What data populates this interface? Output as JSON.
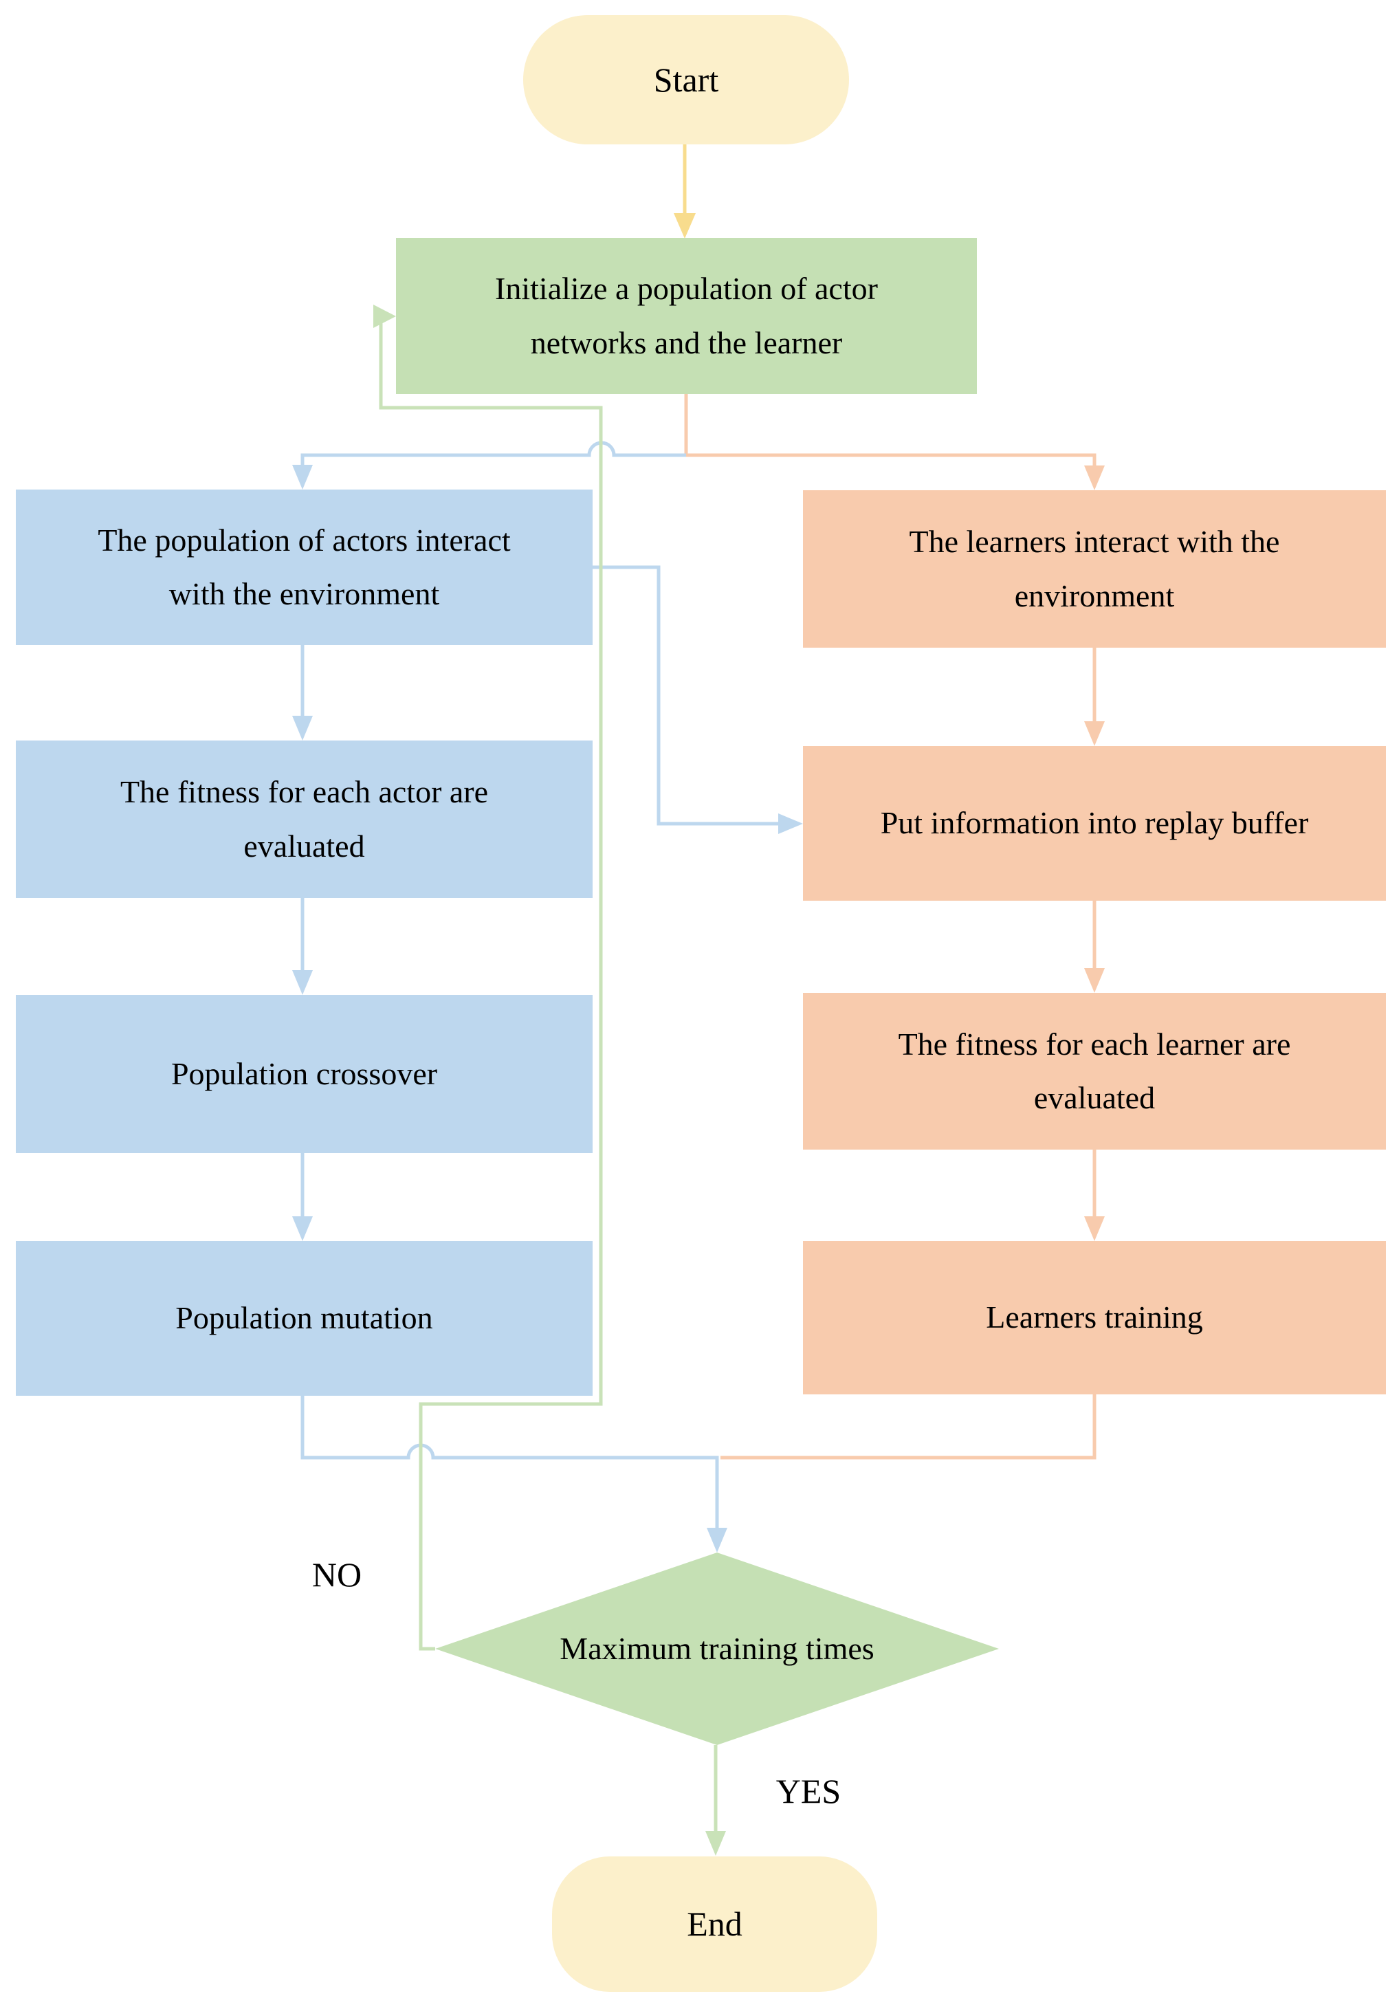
{
  "colors": {
    "yellow_fill": "#FCF0CB",
    "yellow_line": "#F8DC8D",
    "green_fill": "#C5E0B4",
    "green_line": "#C9E2B8",
    "blue_fill": "#BDD7EE",
    "blue_line": "#BDD7EE",
    "orange_fill": "#F8CBAD",
    "orange_line": "#F8CBAD",
    "text_color": "#000000"
  },
  "nodes": {
    "start": "Start",
    "init": "Initialize a population of actor\nnetworks and the learner",
    "actors_interact": "The population of actors interact\nwith the environment",
    "actor_fitness": "The fitness for each actor are\nevaluated",
    "crossover": "Population crossover",
    "mutation": "Population mutation",
    "learners_interact": "The learners interact with the\nenvironment",
    "replay_buffer": "Put information into replay buffer",
    "learner_fitness": "The fitness for each learner are\nevaluated",
    "learners_training": "Learners training",
    "decision": "Maximum training times",
    "end": "End"
  },
  "edge_labels": {
    "no": "NO",
    "yes": "YES"
  }
}
